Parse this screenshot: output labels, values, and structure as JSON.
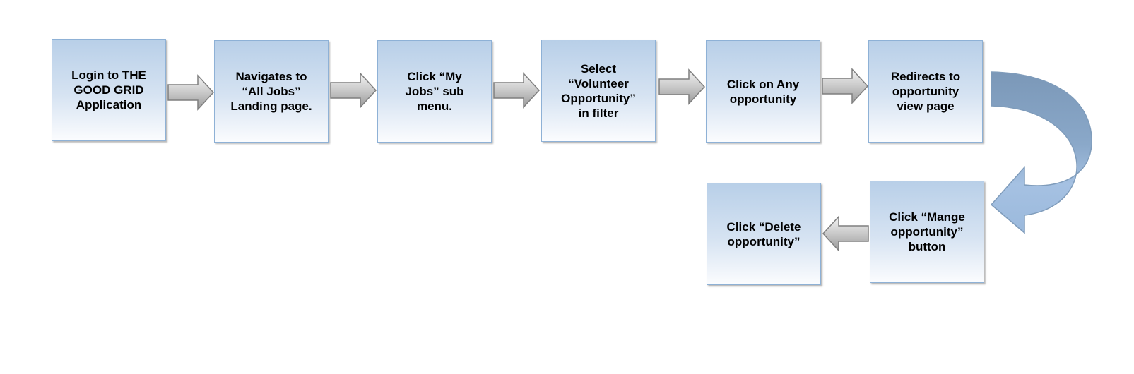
{
  "diagram": {
    "type": "process-flow",
    "steps": [
      {
        "id": "step-1",
        "text": "Login to THE\nGOOD GRID\nApplication"
      },
      {
        "id": "step-2",
        "text": "Navigates to\n“All Jobs”\nLanding page."
      },
      {
        "id": "step-3",
        "text": "Click “My\nJobs” sub\nmenu."
      },
      {
        "id": "step-4",
        "text": "Select\n“Volunteer\nOpportunity”\nin filter"
      },
      {
        "id": "step-5",
        "text": "Click on Any\nopportunity"
      },
      {
        "id": "step-6",
        "text": "Redirects to\nopportunity\nview page"
      },
      {
        "id": "step-7",
        "text": "Click “Mange\nopportunity”\nbutton"
      },
      {
        "id": "step-8",
        "text": "Click “Delete\nopportunity”"
      }
    ],
    "connectors": [
      {
        "from": "step-1",
        "to": "step-2",
        "shape": "block-arrow"
      },
      {
        "from": "step-2",
        "to": "step-3",
        "shape": "block-arrow"
      },
      {
        "from": "step-3",
        "to": "step-4",
        "shape": "block-arrow"
      },
      {
        "from": "step-4",
        "to": "step-5",
        "shape": "block-arrow"
      },
      {
        "from": "step-5",
        "to": "step-6",
        "shape": "block-arrow"
      },
      {
        "from": "step-6",
        "to": "step-7",
        "shape": "curved-arrow"
      },
      {
        "from": "step-7",
        "to": "step-8",
        "shape": "block-arrow"
      }
    ],
    "colors": {
      "box_border": "#8eb1d6",
      "box_fill_top": "#b8cfe8",
      "box_fill_bottom": "#fbfcfe",
      "arrow_fill": "#c8c8c8",
      "arrow_stroke": "#7f7f7f",
      "curve_dark": "#7f9cbb",
      "curve_light": "#a8c4e4"
    }
  }
}
